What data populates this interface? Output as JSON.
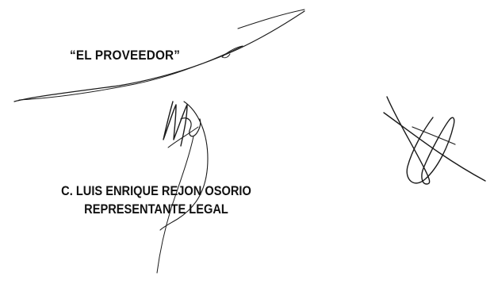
{
  "provider_label": "“EL PROVEEDOR”",
  "signatory": {
    "name": "C. LUIS ENRIQUE REJON OSORIO",
    "title": "REPRESENTANTE LEGAL"
  }
}
